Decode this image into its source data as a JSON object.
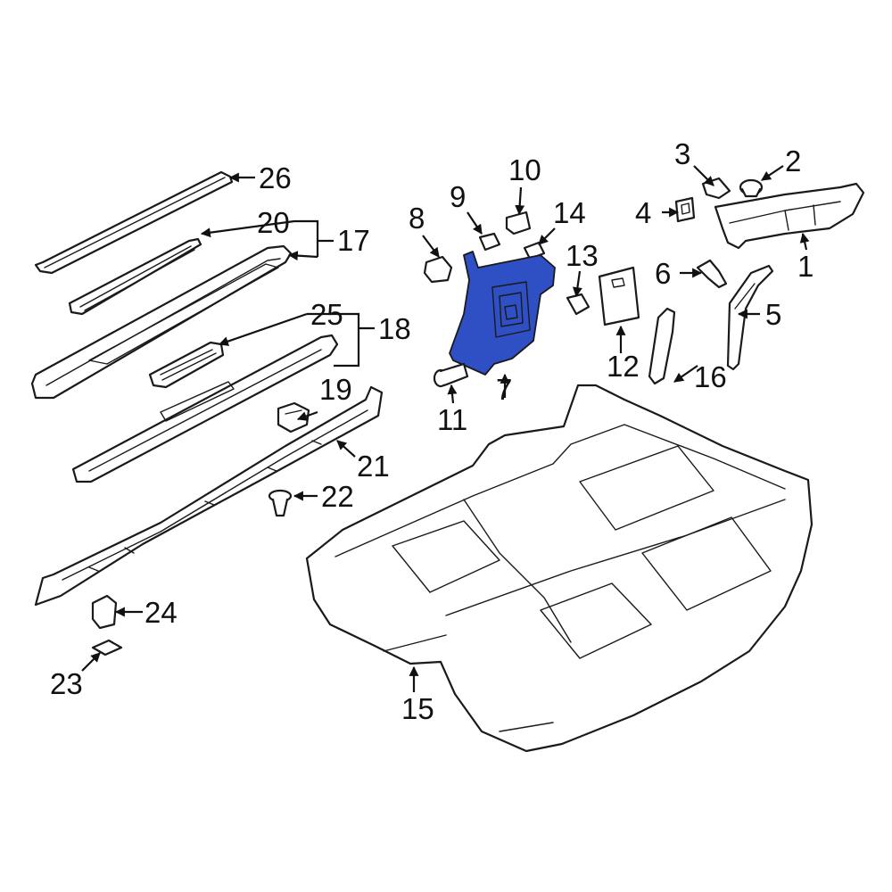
{
  "diagram": {
    "highlight_color": "#2f4fc4",
    "line_color": "#1a1a1a",
    "background": "#ffffff",
    "callouts": [
      "1",
      "2",
      "3",
      "4",
      "5",
      "6",
      "7",
      "8",
      "9",
      "10",
      "11",
      "12",
      "13",
      "14",
      "15",
      "16",
      "17",
      "18",
      "19",
      "20",
      "21",
      "22",
      "23",
      "24",
      "25",
      "26"
    ]
  }
}
